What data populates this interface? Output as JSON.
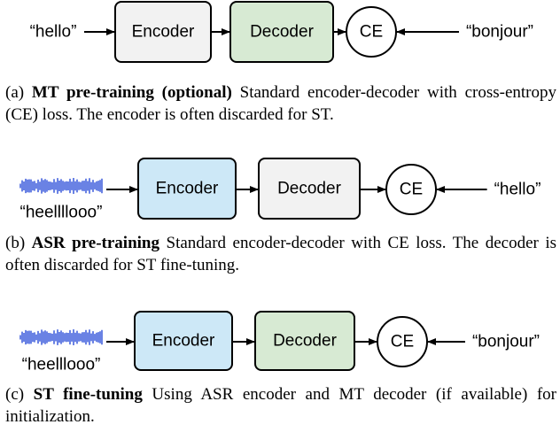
{
  "colors": {
    "gray_box": "#f2f2f2",
    "green_box": "#d7ead3",
    "blue_box": "#cde8f7",
    "stroke": "#000000",
    "waveform": "#1a3fd6"
  },
  "panels": [
    {
      "input_text": "“hello”",
      "input_is_audio": false,
      "audio_label": "",
      "encoder": {
        "label": "Encoder",
        "fill": "gray_box"
      },
      "decoder": {
        "label": "Decoder",
        "fill": "green_box"
      },
      "loss_label": "CE",
      "target_text": "“bonjour”",
      "caption": {
        "letter": "(a)",
        "bold": "MT pre-training (optional)",
        "rest": "Standard encoder-decoder with cross-entropy (CE) loss. The encoder is often discarded for ST."
      }
    },
    {
      "input_text": "",
      "input_is_audio": true,
      "audio_label": "“heellllooo”",
      "encoder": {
        "label": "Encoder",
        "fill": "blue_box"
      },
      "decoder": {
        "label": "Decoder",
        "fill": "gray_box"
      },
      "loss_label": "CE",
      "target_text": "“hello”",
      "caption": {
        "letter": "(b)",
        "bold": "ASR pre-training",
        "rest": "Standard encoder-decoder with CE loss. The decoder is often discarded for ST fine-tuning."
      }
    },
    {
      "input_text": "",
      "input_is_audio": true,
      "audio_label": "“heelllooo”",
      "encoder": {
        "label": "Encoder",
        "fill": "blue_box"
      },
      "decoder": {
        "label": "Decoder",
        "fill": "green_box"
      },
      "loss_label": "CE",
      "target_text": "“bonjour”",
      "caption": {
        "letter": "(c)",
        "bold": "ST fine-tuning",
        "rest": "Using ASR encoder and MT decoder (if available) for initialization."
      }
    }
  ]
}
